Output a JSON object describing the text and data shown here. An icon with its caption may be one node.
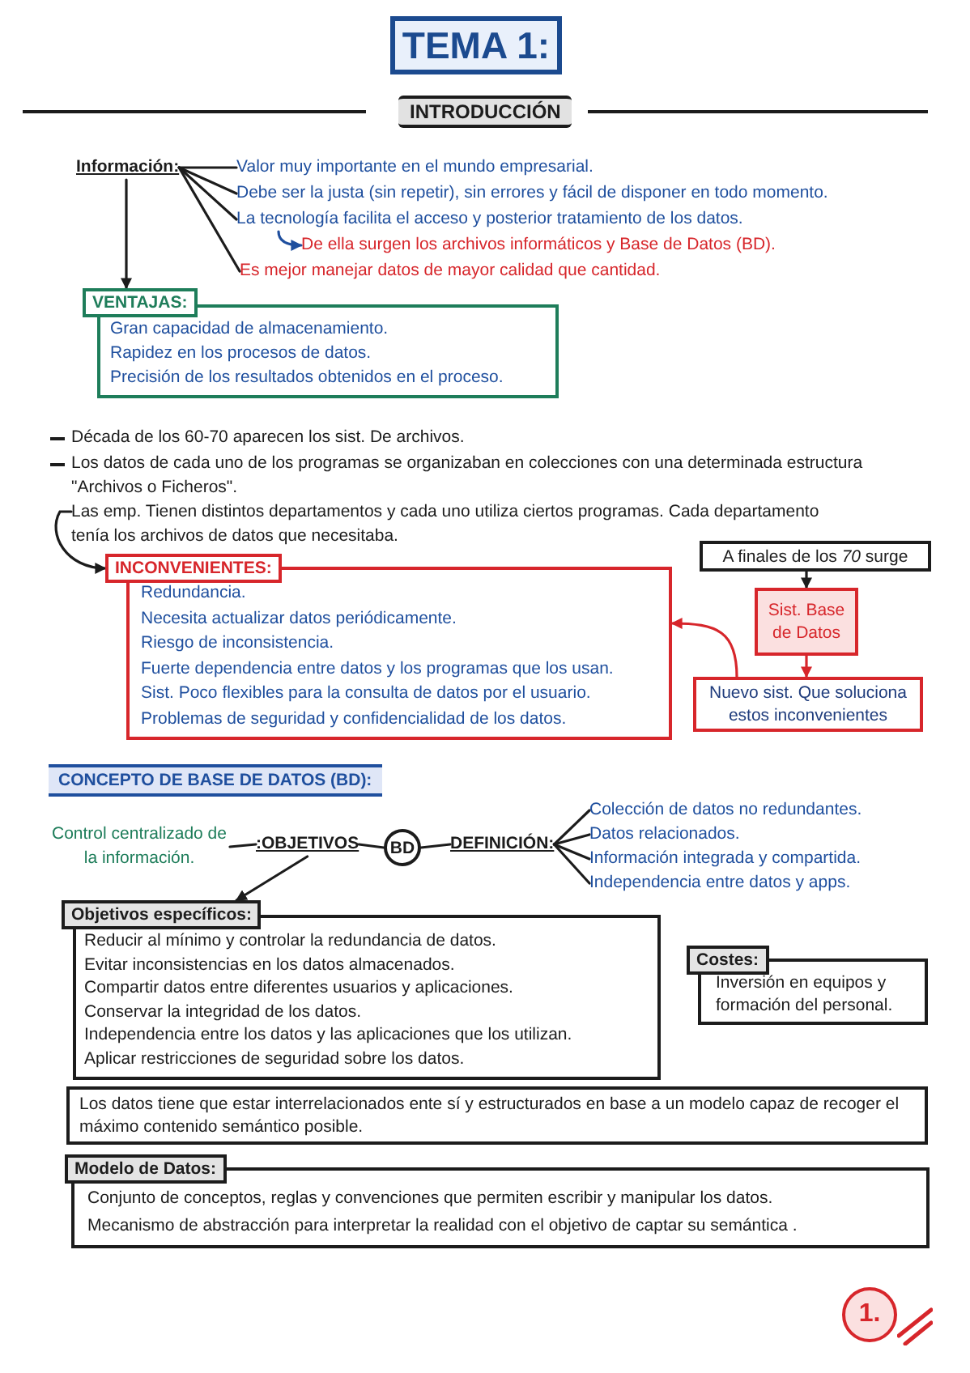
{
  "diagram": {
    "title": "TEMA 1:",
    "nodes": [
      {
        "text": [
          "Información:"
        ]
      },
      {
        "text": [
          "Valor muy importante en el mundo empresarial."
        ]
      },
      {
        "text": [
          "Debe ser la justa (sin repetir), sin errores y fácil de disponer en todo momento."
        ]
      },
      {
        "text": [
          "La tecnología facilita el acceso y posterior tratamiento de los datos."
        ]
      },
      {
        "text": [
          "De ella surgen los archivos informáticos y Base de Datos (BD)."
        ]
      },
      {
        "text": [
          "Es mejor manejar datos de mayor calidad que cantidad."
        ]
      },
      {
        "text": [
          "VENTAJAS:",
          "Gran capacidad de almacenamiento.",
          "Rapidez en los procesos de datos.",
          "Precisión de los resultados obtenidos en el proceso."
        ]
      },
      {
        "text": [
          "Las emp. Tienen distintos departamentos y cada uno utiliza ciertos programas. Cada departamento tenía los archivos de datos que necesitaba."
        ]
      },
      {
        "text": [
          "INCONVENIENTES:",
          "Redundancia.",
          "Necesita actualizar datos periódicamente.",
          "Riesgo de inconsistencia.",
          "Fuerte dependencia entre datos y los programas que los usan.",
          "Sist. Poco flexibles para la consulta de datos por el usuario.",
          "Problemas de seguridad y confidencialidad de los datos."
        ]
      },
      {
        "text": [
          "A finales de los *70* surge"
        ]
      },
      {
        "text": [
          "Sist. Base de Datos"
        ]
      },
      {
        "text": [
          "Nuevo sist. Que soluciona estos inconvenientes"
        ]
      },
      {
        "text": [
          "Control centralizado de la información."
        ]
      },
      {
        "text": [
          ":OBJETIVOS"
        ]
      },
      {
        "text": [
          "BD"
        ]
      },
      {
        "text": [
          "DEFINICIÓN:"
        ]
      },
      {
        "text": [
          "Colección de datos no redundantes."
        ]
      },
      {
        "text": [
          "Datos relacionados."
        ]
      },
      {
        "text": [
          "Información integrada y compartida."
        ]
      },
      {
        "text": [
          "Independencia entre datos y apps."
        ]
      },
      {
        "text": [
          "Objetivos específicos:",
          "Reducir al mínimo y controlar la redundancia de datos.",
          "Evitar inconsistencias en los datos almacenados.",
          "Compartir datos entre diferentes usuarios y aplicaciones.",
          "Conservar la integridad de los datos.",
          "Independencia entre los datos y las aplicaciones que los utilizan.",
          "Aplicar restricciones de seguridad sobre los datos."
        ]
      },
      {
        "text": [
          "Costes:",
          "Inversión en equipos y formación del personal."
        ]
      },
      {
        "text": [
          "Los datos tiene que estar interrelacionados ente sí y estructurados en base a un modelo capaz de recoger el máximo contenido semántico posible."
        ]
      },
      {
        "text": [
          "Modelo de Datos:",
          "Conjunto de conceptos, reglas y convenciones que permiten escribir y manipular los datos.",
          "Mecanismo de abstracción para interpretar la realidad con el objetivo de captar su semántica ."
        ]
      },
      {
        "text": [
          "1."
        ]
      }
    ],
    "edges": [
      {
        "from": 0,
        "to": 1,
        "arrow": "none"
      },
      {
        "from": 0,
        "to": 2,
        "arrow": "none"
      },
      {
        "from": 0,
        "to": 3,
        "arrow": "none"
      },
      {
        "from": 0,
        "to": 5,
        "arrow": "none"
      },
      {
        "from": 3,
        "to": 4,
        "arrow": "to",
        "color": "#1f4f9e"
      },
      {
        "from": 0,
        "to": 6,
        "arrow": "to"
      },
      {
        "from": 7,
        "to": 8,
        "arrow": "to"
      },
      {
        "from": 9,
        "to": 10,
        "arrow": "to"
      },
      {
        "from": 10,
        "to": 11,
        "arrow": "to",
        "color": "#d7262b"
      },
      {
        "from": 11,
        "to": 8,
        "arrow": "to",
        "color": "#d7262b"
      },
      {
        "from": 12,
        "to": 13,
        "arrow": "none"
      },
      {
        "from": 13,
        "to": 14,
        "arrow": "none"
      },
      {
        "from": 14,
        "to": 15,
        "arrow": "none"
      },
      {
        "from": 15,
        "to": 16,
        "arrow": "none"
      },
      {
        "from": 15,
        "to": 17,
        "arrow": "none"
      },
      {
        "from": 15,
        "to": 18,
        "arrow": "none"
      },
      {
        "from": 15,
        "to": 19,
        "arrow": "none"
      },
      {
        "from": 13,
        "to": 20,
        "arrow": "to"
      }
    ],
    "labels": [
      "INTRODUCCIÓN",
      "Década de los 60-70 aparecen los sist. De archivos.",
      "Los datos de cada uno de los programas se organizaban en colecciones con una determinada estructura \"Archivos o Ficheros\".",
      "CONCEPTO DE BASE DE DATOS (BD):"
    ]
  }
}
